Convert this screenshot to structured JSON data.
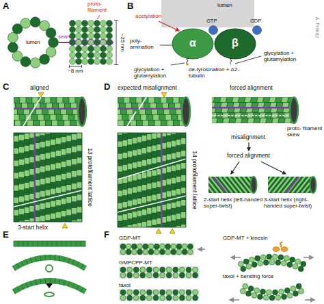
{
  "diagram": {
    "labels": [
      "A",
      "lumen",
      "proto- filament",
      "seam",
      "~25 nm",
      "~8 nm",
      "B",
      "acetylation",
      "lumen",
      "GTP",
      "GDP",
      "α",
      "β",
      "A. Prokop",
      "poly- amination",
      "glycylation + glutamylation",
      "de-tyrosination + Δ2-tubulin",
      "glycylation + glutamylation",
      "C",
      "aligned",
      "13 protofilament lattice",
      "3-start helix",
      "D",
      "expected misalignment",
      "forced alignment",
      "proto- filament skew",
      "14 protofilament lattice",
      "misalignment",
      "forced alignment",
      "2-start helix (left-handed super-twist)",
      "3-start helix (right-handed super-twist)",
      "E",
      "F",
      "GDP-MT",
      "GMPCPP-MT",
      "taxol",
      "GDP-MT + kinesin",
      "taxol + bending force"
    ]
  }
}
